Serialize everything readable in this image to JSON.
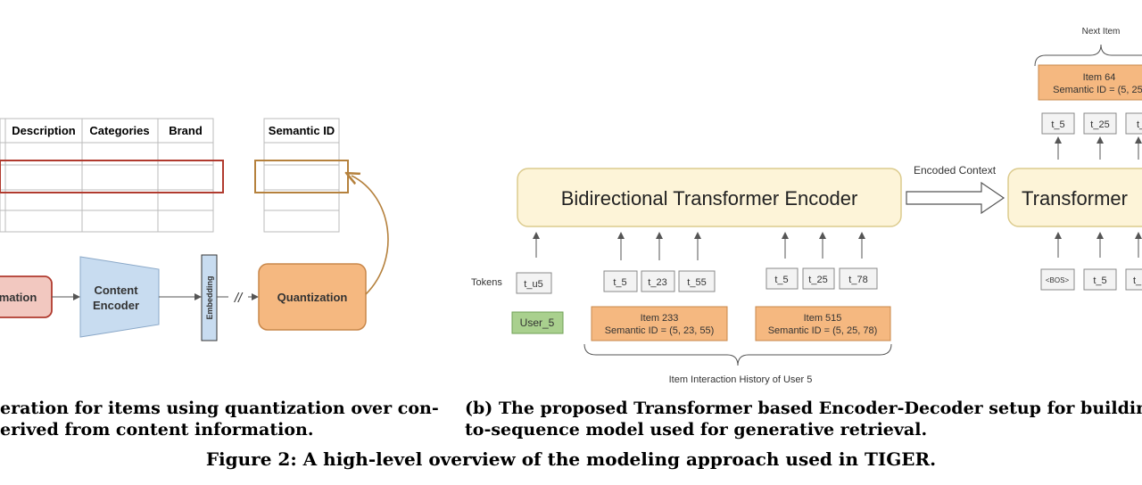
{
  "panel_a": {
    "table_headers": [
      "Description",
      "Categories",
      "Brand"
    ],
    "semantic_id_header": "Semantic ID",
    "info_box_label": "mation",
    "encoder_label_line1": "Content",
    "encoder_label_line2": "Encoder",
    "embedding_label": "Embedding",
    "break_symbol": "//",
    "quantization_label": "Quantization",
    "caption_line1": "eration for items using quantization over con-",
    "caption_line2": "erived from content information."
  },
  "panel_b": {
    "next_item_label": "Next Item",
    "next_item_box_line1": "Item 64",
    "next_item_box_line2": "Semantic ID = (5, 25,",
    "decoder_output_tokens": [
      "t_5",
      "t_25",
      "t_"
    ],
    "encoded_context_label": "Encoded Context",
    "encoder_title": "Bidirectional Transformer Encoder",
    "decoder_title": "Transformer",
    "tokens_label": "Tokens",
    "user_token": "t_u5",
    "user_label": "User_5",
    "item1_tokens": [
      "t_5",
      "t_23",
      "t_55"
    ],
    "item1_line1": "Item 233",
    "item1_line2": "Semantic ID = (5, 23, 55)",
    "item2_tokens": [
      "t_5",
      "t_25",
      "t_78"
    ],
    "item2_line1": "Item 515",
    "item2_line2": "Semantic ID = (5, 25, 78)",
    "decoder_input_tokens": [
      "<BOS>",
      "t_5",
      "t_"
    ],
    "history_label": "Item Interaction History of User 5",
    "caption_line1": "(b) The proposed Transformer based Encoder-Decoder setup for building th",
    "caption_line2": "to-sequence model used for generative retrieval."
  },
  "figure_caption": "Figure 2: A high-level overview of the modeling approach used in TIGER.",
  "colors": {
    "orange_fill": "#f5b880",
    "orange_stroke": "#c8874a",
    "cream_fill": "#fdf4d8",
    "cream_stroke": "#dccb8e",
    "green_fill": "#a9d08e",
    "blue_fill": "#c8dcf0",
    "red_stroke": "#b03a2e",
    "pink_fill": "#f2c8c0",
    "brown_arrow": "#b5813d"
  }
}
